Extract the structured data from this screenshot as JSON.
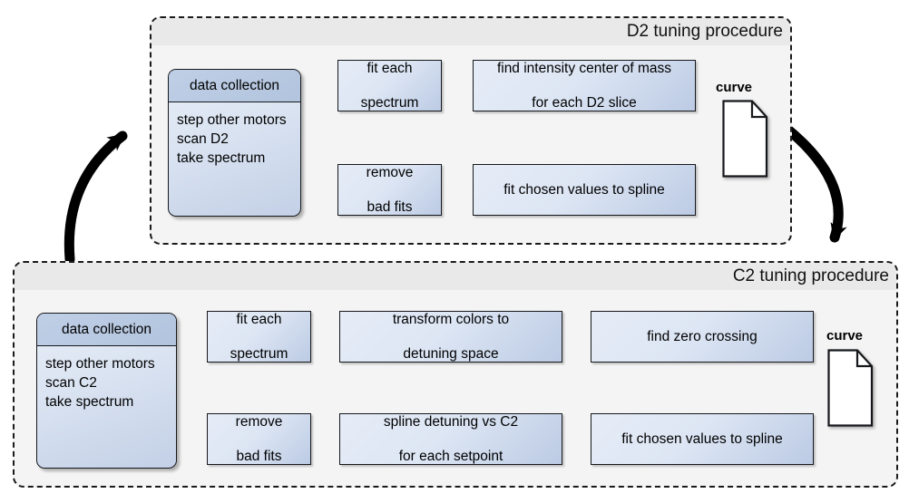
{
  "page": {
    "background": "#ffffff",
    "node_fill_light": "#e6ecf7",
    "node_fill_dark": "#bccbe4",
    "node_border": "#16181c",
    "container_bg": "#f4f4f4",
    "container_header_bg": "#e9e9e9",
    "header_fill": "#b2c4de"
  },
  "procedures": [
    {
      "id": "d2",
      "title": "D2 tuning procedure",
      "data_collection": {
        "header": "data collection",
        "lines": [
          "step other motors",
          "scan D2",
          "take spectrum"
        ]
      },
      "nodes": [
        {
          "id": "d2-fit-each-spectrum",
          "lines": [
            "fit each",
            "spectrum"
          ]
        },
        {
          "id": "d2-remove-bad-fits",
          "lines": [
            "remove",
            "bad fits"
          ]
        },
        {
          "id": "d2-center-of-mass",
          "lines": [
            "find intensity center of mass",
            "for each D2 slice"
          ]
        },
        {
          "id": "d2-fit-spline",
          "lines": [
            "fit chosen values to spline"
          ]
        }
      ],
      "output": {
        "id": "d2-curve",
        "label": "curve",
        "icon": "document-icon"
      }
    },
    {
      "id": "c2",
      "title": "C2 tuning procedure",
      "data_collection": {
        "header": "data collection",
        "lines": [
          "step other motors",
          "scan C2",
          "take spectrum"
        ]
      },
      "nodes": [
        {
          "id": "c2-fit-each-spectrum",
          "lines": [
            "fit each",
            "spectrum"
          ]
        },
        {
          "id": "c2-remove-bad-fits",
          "lines": [
            "remove",
            "bad fits"
          ]
        },
        {
          "id": "c2-transform-colors",
          "lines": [
            "transform colors to",
            "detuning space"
          ]
        },
        {
          "id": "c2-spline-detuning",
          "lines": [
            "spline detuning vs C2",
            "for each setpoint"
          ]
        },
        {
          "id": "c2-find-zero-crossing",
          "lines": [
            "find zero crossing"
          ]
        },
        {
          "id": "c2-fit-spline",
          "lines": [
            "fit chosen values to spline"
          ]
        }
      ],
      "output": {
        "id": "c2-curve",
        "label": "curve",
        "icon": "document-icon"
      }
    }
  ],
  "flow_arrows": {
    "loop_in_label": "",
    "loop_out_label": ""
  }
}
